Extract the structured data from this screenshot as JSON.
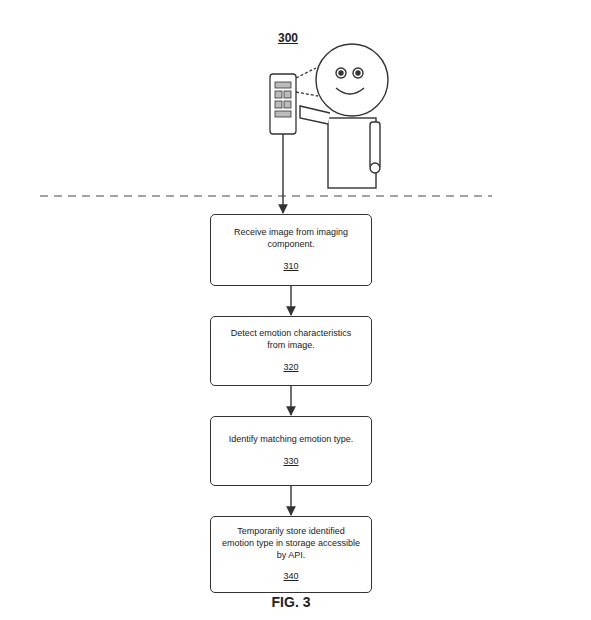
{
  "diagram": {
    "caption": "FIG. 3",
    "nodes": [
      {
        "text": [
          "Receive image from imaging component.",
          "310"
        ]
      },
      {
        "text": [
          "Detect emotion characteristics from image.",
          "320"
        ]
      },
      {
        "text": [
          "Identify matching emotion type.",
          "330"
        ]
      },
      {
        "text": [
          "Temporarily store identified emotion type in storage accessible by API.",
          "340"
        ]
      }
    ],
    "edges": [
      {
        "from": 0,
        "to": 1,
        "arrow": "to"
      },
      {
        "from": 1,
        "to": 2,
        "arrow": "to"
      },
      {
        "from": 2,
        "to": 3,
        "arrow": "to"
      }
    ],
    "labels": [
      "300"
    ]
  }
}
